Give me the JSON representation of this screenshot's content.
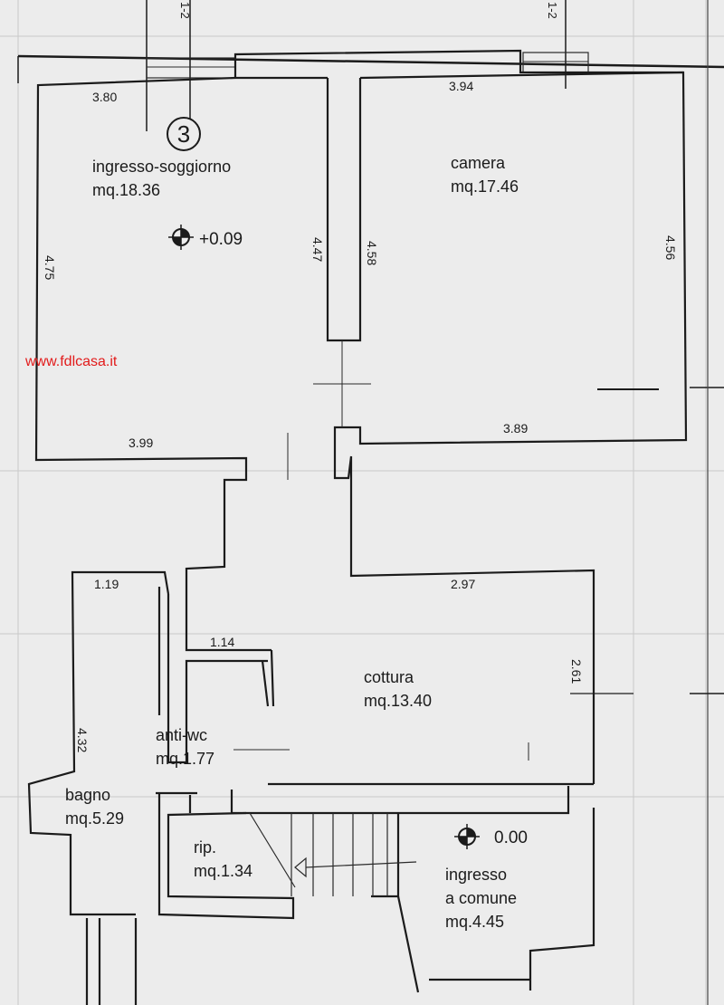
{
  "plan": {
    "unit_number": "3",
    "watermark": "www.fdlcasa.it",
    "section_marks": {
      "left": "1-2",
      "right": "1-2"
    },
    "rooms": {
      "soggiorno": {
        "name": "ingresso-soggiorno",
        "area": "mq.18.36"
      },
      "camera": {
        "name": "camera",
        "area": "mq.17.46"
      },
      "cottura": {
        "name": "cottura",
        "area": "mq.13.40"
      },
      "antiwc": {
        "name": "anti-wc",
        "area": "mq.1.77"
      },
      "bagno": {
        "name": "bagno",
        "area": "mq.5.29"
      },
      "rip": {
        "name": "rip.",
        "area": "mq.1.34"
      },
      "ingresso_comune": {
        "name_line1": "ingresso",
        "name_line2": "a comune",
        "area": "mq.4.45"
      }
    },
    "levels": {
      "soggiorno": "+0.09",
      "ingresso_comune": "0.00"
    },
    "dimensions": {
      "soggiorno_top": "3.80",
      "soggiorno_left": "4.75",
      "soggiorno_right": "4.47",
      "soggiorno_bottom": "3.99",
      "camera_top": "3.94",
      "camera_left": "4.58",
      "camera_right": "4.56",
      "camera_bottom": "3.89",
      "cottura_top": "2.97",
      "cottura_right": "2.61",
      "bagno_top": "1.19",
      "bagno_left": "4.32",
      "antiwc_top": "1.14"
    }
  }
}
